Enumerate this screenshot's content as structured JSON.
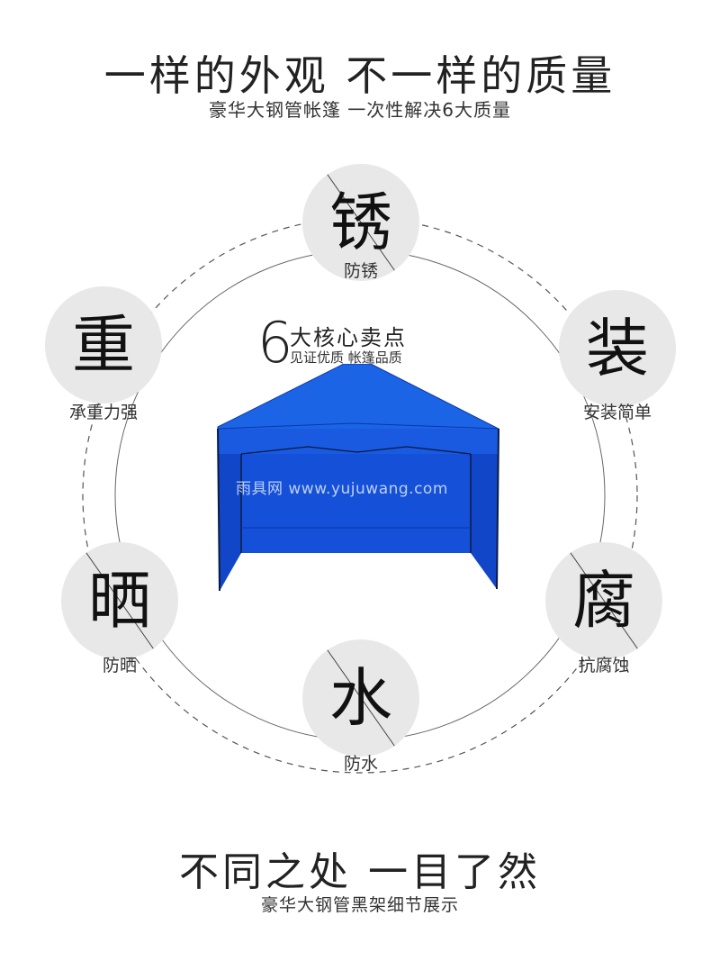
{
  "header": {
    "title": "一样的外观 不一样的质量",
    "subtitle": "豪华大钢管帐篷 一次性解决6大质量"
  },
  "center": {
    "number": "6",
    "title": "大核心卖点",
    "subtitle": "见证优质 帐篷品质"
  },
  "features": [
    {
      "glyph": "锈",
      "label": "防锈"
    },
    {
      "glyph": "装",
      "label": "安装简单"
    },
    {
      "glyph": "腐",
      "label": "抗腐蚀"
    },
    {
      "glyph": "水",
      "label": "防水"
    },
    {
      "glyph": "晒",
      "label": "防晒"
    },
    {
      "glyph": "重",
      "label": "承重力强"
    }
  ],
  "watermark": "雨具网 www.yujuwang.com",
  "footer": {
    "title": "不同之处 一目了然",
    "subtitle": "豪华大钢管黑架细节展示"
  },
  "colors": {
    "tent_blue": "#1450d8",
    "tent_dark": "#0c36a8",
    "node_fill": "#e8e8e8"
  }
}
